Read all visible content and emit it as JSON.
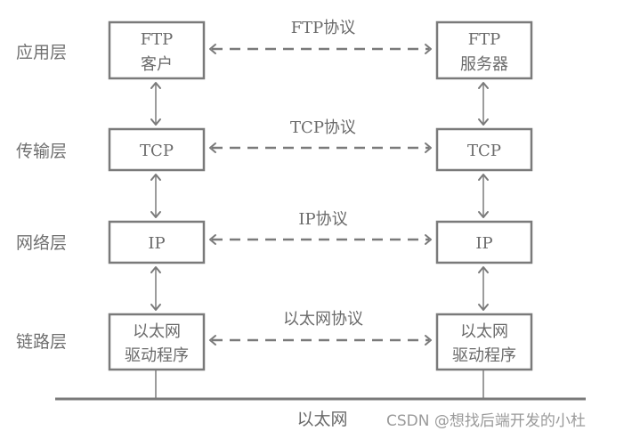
{
  "layers": [
    {
      "id": "application",
      "label": "应用层",
      "left_box": [
        "FTP",
        "客户"
      ],
      "right_box": [
        "FTP",
        "服务器"
      ],
      "protocol": "FTP协议"
    },
    {
      "id": "transport",
      "label": "传输层",
      "left_box": [
        "TCP"
      ],
      "right_box": [
        "TCP"
      ],
      "protocol": "TCP协议"
    },
    {
      "id": "network",
      "label": "网络层",
      "left_box": [
        "IP"
      ],
      "right_box": [
        "IP"
      ],
      "protocol": "IP协议"
    },
    {
      "id": "link",
      "label": "链路层",
      "left_box": [
        "以太网",
        "驱动程序"
      ],
      "right_box": [
        "以太网",
        "驱动程序"
      ],
      "protocol": "以太网协议"
    }
  ],
  "bus_label": "以太网",
  "watermark": "CSDN @想找后端开发的小杜",
  "colors": {
    "line": "#7a7a7a",
    "text": "#6a6a6a",
    "watermark": "#9a9a9a"
  }
}
